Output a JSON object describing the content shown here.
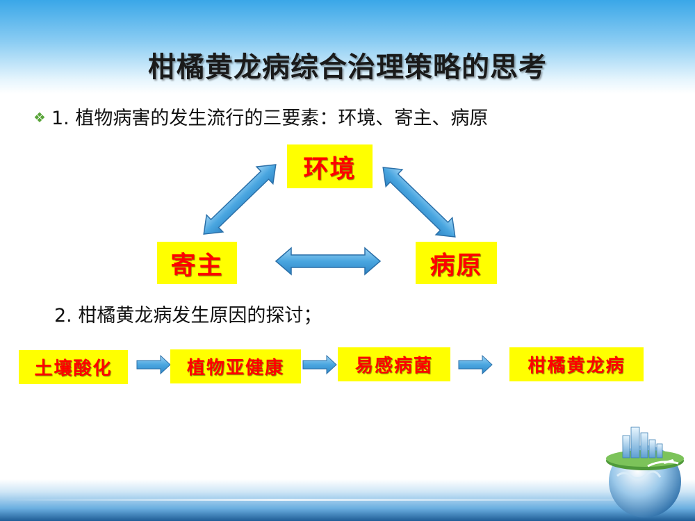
{
  "slide": {
    "title": "柑橘黄龙病综合治理策略的思考",
    "point1": "1. 植物病害的发生流行的三要素：环境、寄主、病原",
    "point2": "2. 柑橘黄龙病发生原因的探讨；"
  },
  "triangle": {
    "top": "环境",
    "left": "寄主",
    "right": "病原"
  },
  "chain": [
    "土壤酸化",
    "植物亚健康",
    "易感病菌",
    "柑橘黄龙病"
  ],
  "colors": {
    "box_fill": "#ffff00",
    "box_text": "#ff0000",
    "arrow_fill": "#4aa6e0",
    "bullet": "#5aa53a"
  },
  "icons": {
    "bullet": "diamond-cluster-icon",
    "decoration": "globe-city-icon"
  }
}
